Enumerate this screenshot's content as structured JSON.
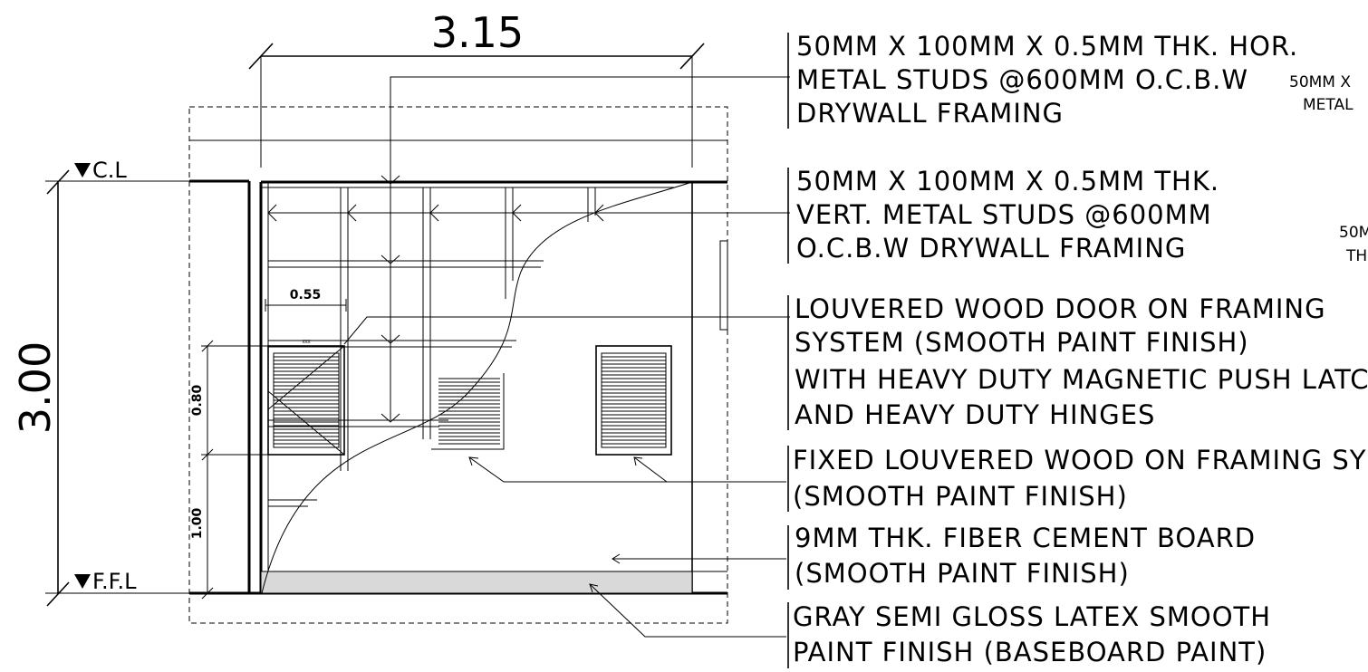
{
  "dimensions": {
    "width": "3.15",
    "height": "3.00",
    "panel_width": "0.55",
    "panel_height": "0.80",
    "sill_height": "1.00"
  },
  "levels": {
    "ceiling": "C.L",
    "floor": "F.F.L"
  },
  "panel_tag": "XXX",
  "notes": [
    {
      "lines": [
        "50MM X 100MM X 0.5MM THK. HOR.",
        "METAL STUDS @600MM O.C.B.W",
        "DRYWALL FRAMING"
      ]
    },
    {
      "lines": [
        "50MM X 100MM X 0.5MM THK.",
        "VERT. METAL STUDS @600MM",
        "O.C.B.W DRYWALL FRAMING"
      ]
    },
    {
      "lines": [
        "LOUVERED WOOD DOOR ON FRAMING",
        "SYSTEM (SMOOTH PAINT FINISH)",
        "WITH HEAVY DUTY MAGNETIC PUSH LATCH",
        "AND HEAVY DUTY HINGES"
      ]
    },
    {
      "lines": [
        "FIXED LOUVERED WOOD ON FRAMING SYSTEM",
        "(SMOOTH PAINT FINISH)"
      ]
    },
    {
      "lines": [
        "9MM THK. FIBER CEMENT BOARD",
        "(SMOOTH PAINT FINISH)"
      ]
    },
    {
      "lines": [
        "GRAY SEMI GLOSS LATEX SMOOTH",
        "PAINT FINISH (BASEBOARD PAINT)"
      ]
    }
  ],
  "cut_notes": [
    {
      "lines": [
        "50MM X",
        "METAL"
      ]
    },
    {
      "lines": [
        "50M",
        "TH"
      ]
    }
  ]
}
